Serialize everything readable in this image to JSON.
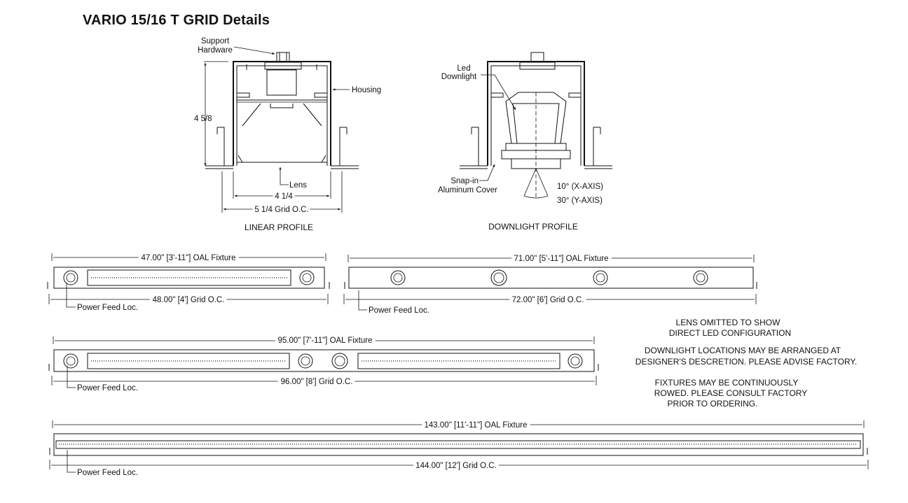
{
  "title": "VARIO  15/16 T GRID Details",
  "linear_profile": {
    "caption": "LINEAR PROFILE",
    "support_line1": "Support",
    "support_line2": "Hardware",
    "housing": "Housing",
    "height": "4 5/8",
    "lens": "Lens",
    "inner_width": "4 1/4",
    "grid": "5 1/4 Grid O.C."
  },
  "downlight_profile": {
    "caption": "DOWNLIGHT PROFILE",
    "led_line1": "Led",
    "led_line2": "Downlight",
    "snap_line1": "Snap-in",
    "snap_line2": "Aluminum Cover",
    "x_axis": "10° (X-AXIS)",
    "y_axis": "30° (Y-AXIS)"
  },
  "fixtures": [
    {
      "oal": "47.00\" [3'-11\"] OAL Fixture",
      "grid": "48.00\" [4'] Grid O.C.",
      "feed": "Power Feed Loc."
    },
    {
      "oal": "71.00\" [5'-11\"] OAL Fixture",
      "grid": "72.00\" [6'] Grid O.C.",
      "feed": "Power Feed Loc."
    },
    {
      "oal": "95.00\" [7'-11\"] OAL Fixture",
      "grid": "96.00\" [8'] Grid O.C.",
      "feed": "Power Feed Loc."
    },
    {
      "oal": "143.00\" [11'-11\"] OAL Fixture",
      "grid": "144.00\" [12'] Grid O.C.",
      "feed": "Power Feed Loc."
    }
  ],
  "notes": {
    "n1_line1": "LENS OMITTED TO SHOW",
    "n1_line2": "DIRECT LED CONFIGURATION",
    "n2_line1": "DOWNLIGHT LOCATIONS MAY BE ARRANGED AT",
    "n2_line2": "DESIGNER'S DESCRETION.  PLEASE ADVISE FACTORY.",
    "n3_line1": "FIXTURES MAY BE CONTINUOUSLY",
    "n3_line2": "ROWED. PLEASE CONSULT FACTORY",
    "n3_line3": "PRIOR TO ORDERING."
  }
}
